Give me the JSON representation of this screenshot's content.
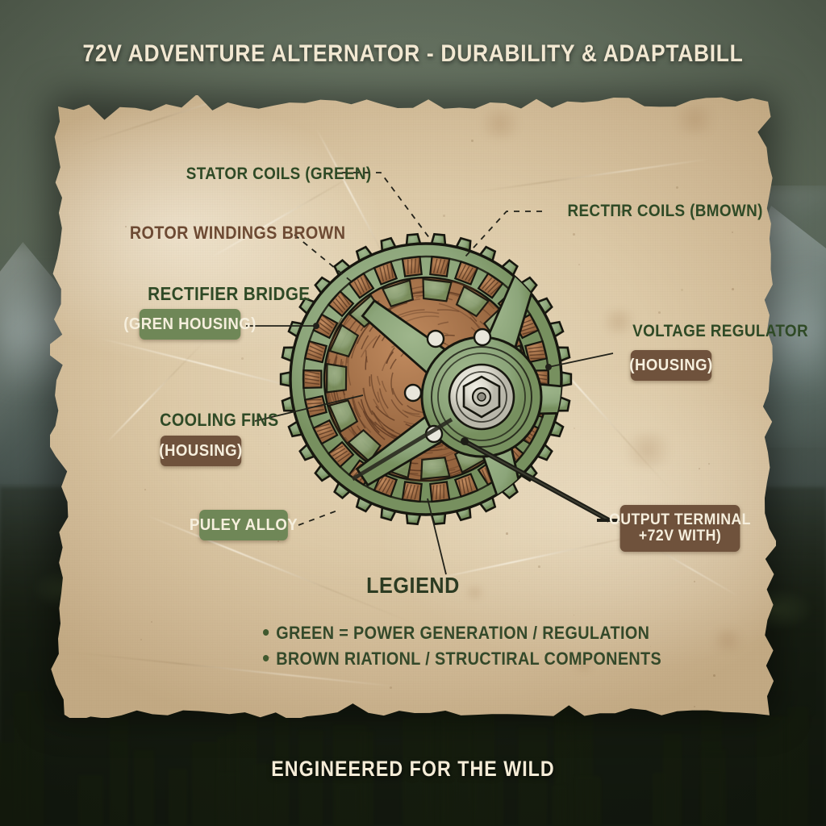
{
  "header": {
    "title": "72V ADVENTURE ALTERNATOR - DURABILITY & ADAPTABILL"
  },
  "footer": {
    "tagline": "ENGINEERED FOR THE WILD"
  },
  "labels": [
    {
      "id": "stator-coils",
      "text": "STATOR COILS (GREEN)",
      "color": "green"
    },
    {
      "id": "rotor-windings",
      "text": "ROTOR WINDINGS  BROWN",
      "color": "brown"
    },
    {
      "id": "rectifier-coils",
      "text": "RECTПR COILS (BМOWN)",
      "color": "green"
    },
    {
      "id": "rectifier-bridge",
      "text": "RECTIFIER BRIDGE",
      "color": "green"
    },
    {
      "id": "cooling-fins",
      "text": "COOLING FINS",
      "color": "green"
    },
    {
      "id": "voltage-regulator",
      "text": "VOLTAGE REGULATOR",
      "color": "green"
    }
  ],
  "badges": [
    {
      "id": "rectifier-bridge-badge",
      "line1": "(GREN HOUSING)",
      "line2": "",
      "color": "green"
    },
    {
      "id": "cooling-fins-badge",
      "line1": "(HOUSING)",
      "line2": "",
      "color": "brown"
    },
    {
      "id": "pulley-badge",
      "line1": "PULEY ALLOY",
      "line2": "",
      "color": "green"
    },
    {
      "id": "voltage-regulator-badge",
      "line1": "(HOUSING)",
      "line2": "",
      "color": "brown"
    },
    {
      "id": "output-terminal-badge",
      "line1": "OUTPUT TERMINAL",
      "line2": "+72V WITH)",
      "color": "brown"
    }
  ],
  "legend": {
    "title": "LEGIEND",
    "items": [
      "GREEN = POWER GENERATION / REGULATION",
      "BROWN RIATIONL / STRUCTIRAL COMPONENTS"
    ]
  },
  "palette": {
    "housing_green": "#8ca57a",
    "copper_brown": "#a8714a",
    "badge_green": "#6f8757",
    "badge_brown": "#6f523c",
    "paper": "#ddcaa8",
    "ink": "#1a1a16",
    "title_cream": "#f2e8d2",
    "bg_sky": "#6d7a68"
  },
  "diagram": {
    "name": "alternator-cutaway-illustration",
    "parts": [
      "cooling-fin-slots",
      "stator-coils",
      "rotor-windings",
      "pulley-spokes",
      "center-hex-nut",
      "housing-ring"
    ]
  }
}
